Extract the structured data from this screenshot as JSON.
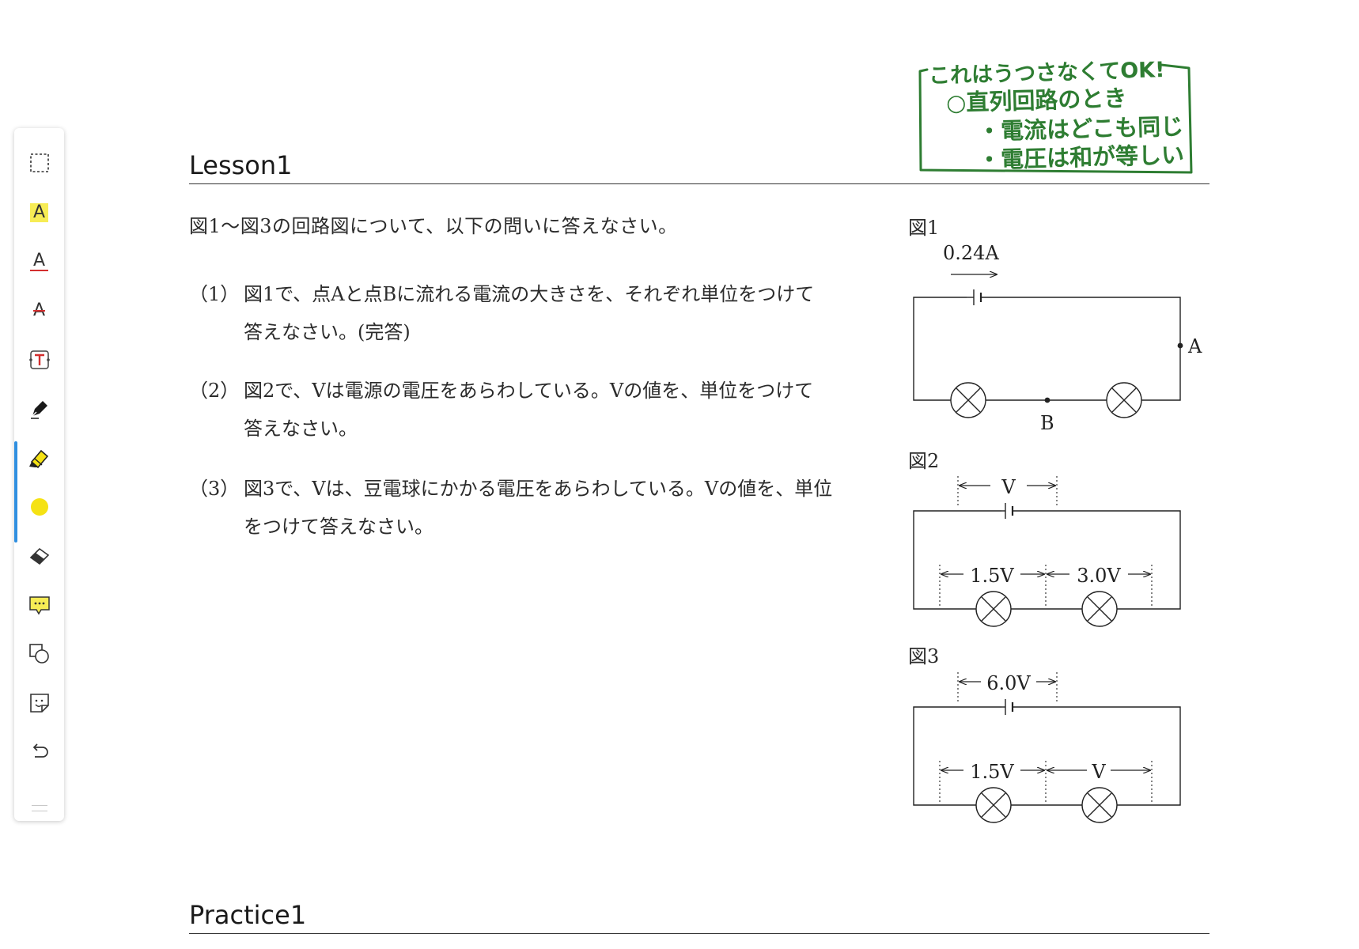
{
  "toolbar": {
    "tools": [
      {
        "name": "select",
        "icon": "dashed-rectangle-select-icon"
      },
      {
        "name": "text-highlight",
        "icon": "highlight-a-icon",
        "glyph": "A"
      },
      {
        "name": "text-underline",
        "icon": "underline-a-icon",
        "glyph": "A"
      },
      {
        "name": "text-strikethrough",
        "icon": "strikethrough-a-icon",
        "glyph": "A"
      },
      {
        "name": "text-box",
        "icon": "text-box-t-icon",
        "glyph": "T"
      },
      {
        "name": "pen",
        "icon": "pen-icon"
      },
      {
        "name": "highlighter",
        "icon": "highlighter-icon",
        "active": true
      },
      {
        "name": "color",
        "icon": "color-dot-icon",
        "color": "#f5e214"
      },
      {
        "name": "eraser",
        "icon": "eraser-icon"
      },
      {
        "name": "comment",
        "icon": "comment-icon"
      },
      {
        "name": "shapes",
        "icon": "shapes-icon"
      },
      {
        "name": "sticker",
        "icon": "sticker-icon"
      },
      {
        "name": "undo",
        "icon": "undo-icon"
      }
    ],
    "accent_color": "#2f8fe0"
  },
  "lesson": {
    "heading": "Lesson1",
    "intro": "図1～図3の回路図について、以下の問いに答えなさい。",
    "questions": [
      {
        "num": "（1）",
        "line1": "図1で、点Aと点Bに流れる電流の大きさを、それぞれ単位をつけて",
        "line2": "答えなさい。(完答)"
      },
      {
        "num": "（2）",
        "line1": "図2で、Vは電源の電圧をあらわしている。Vの値を、単位をつけて",
        "line2": "答えなさい。"
      },
      {
        "num": "（3）",
        "line1": "図3で、Vは、豆電球にかかる電圧をあらわしている。Vの値を、単位",
        "line2": "をつけて答えなさい。"
      }
    ]
  },
  "figures": {
    "fig1": {
      "label": "図1",
      "current": "0.24A",
      "point_a": "A",
      "point_b": "B"
    },
    "fig2": {
      "label": "図2",
      "source_v": "V",
      "left_v": "1.5V",
      "right_v": "3.0V"
    },
    "fig3": {
      "label": "図3",
      "source_v": "6.0V",
      "left_v": "1.5V",
      "right_v": "V"
    }
  },
  "note": {
    "color": "#2e7d32",
    "lines": [
      "これはうつさなくてOK!",
      "○直列回路のとき",
      "・電流はどこも同じ",
      "・電圧は和が等しい"
    ]
  },
  "practice": {
    "heading": "Practice1"
  }
}
